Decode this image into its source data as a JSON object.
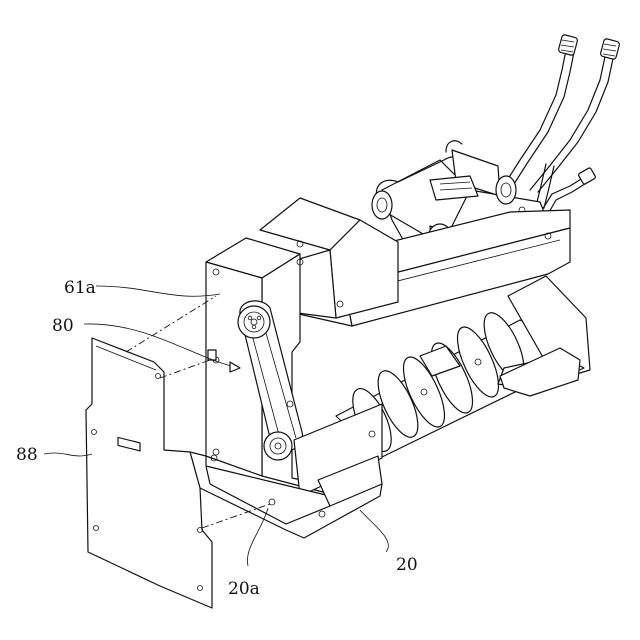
{
  "labels": {
    "ref_61a": "61a",
    "ref_80": "80",
    "ref_88": "88",
    "ref_20": "20",
    "ref_20a": "20a"
  }
}
